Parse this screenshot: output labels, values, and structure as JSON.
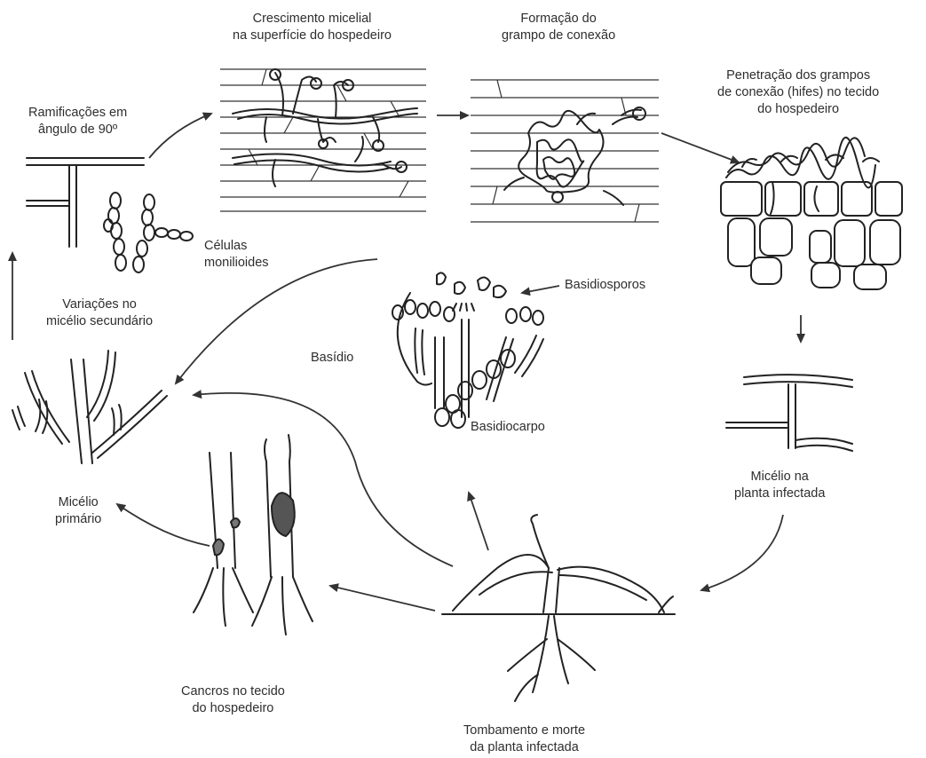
{
  "labels": {
    "crescimento": [
      "Crescimento micelial",
      "na superfície do hospedeiro"
    ],
    "formacao": [
      "Formação do",
      "grampo de conexão"
    ],
    "penetracao": [
      "Penetração dos grampos",
      "de conexão (hifes) no tecido",
      "do hospedeiro"
    ],
    "ramificacoes": [
      "Ramificações em",
      "ângulo de 90º"
    ],
    "celulas": [
      "Células",
      "monilioides"
    ],
    "variacoes": [
      "Variações no",
      "micélio secundário"
    ],
    "basidiosporos": "Basidiosporos",
    "basidio": "Basídio",
    "basidiocarpo": "Basidiocarpo",
    "micelio_planta": [
      "Micélio na",
      "planta infectada"
    ],
    "micelio_primario": [
      "Micélio",
      "primário"
    ],
    "cancros": [
      "Cancros no tecido",
      "do hospedeiro"
    ],
    "tombamento": [
      "Tombamento e morte",
      "da planta infectada"
    ]
  }
}
